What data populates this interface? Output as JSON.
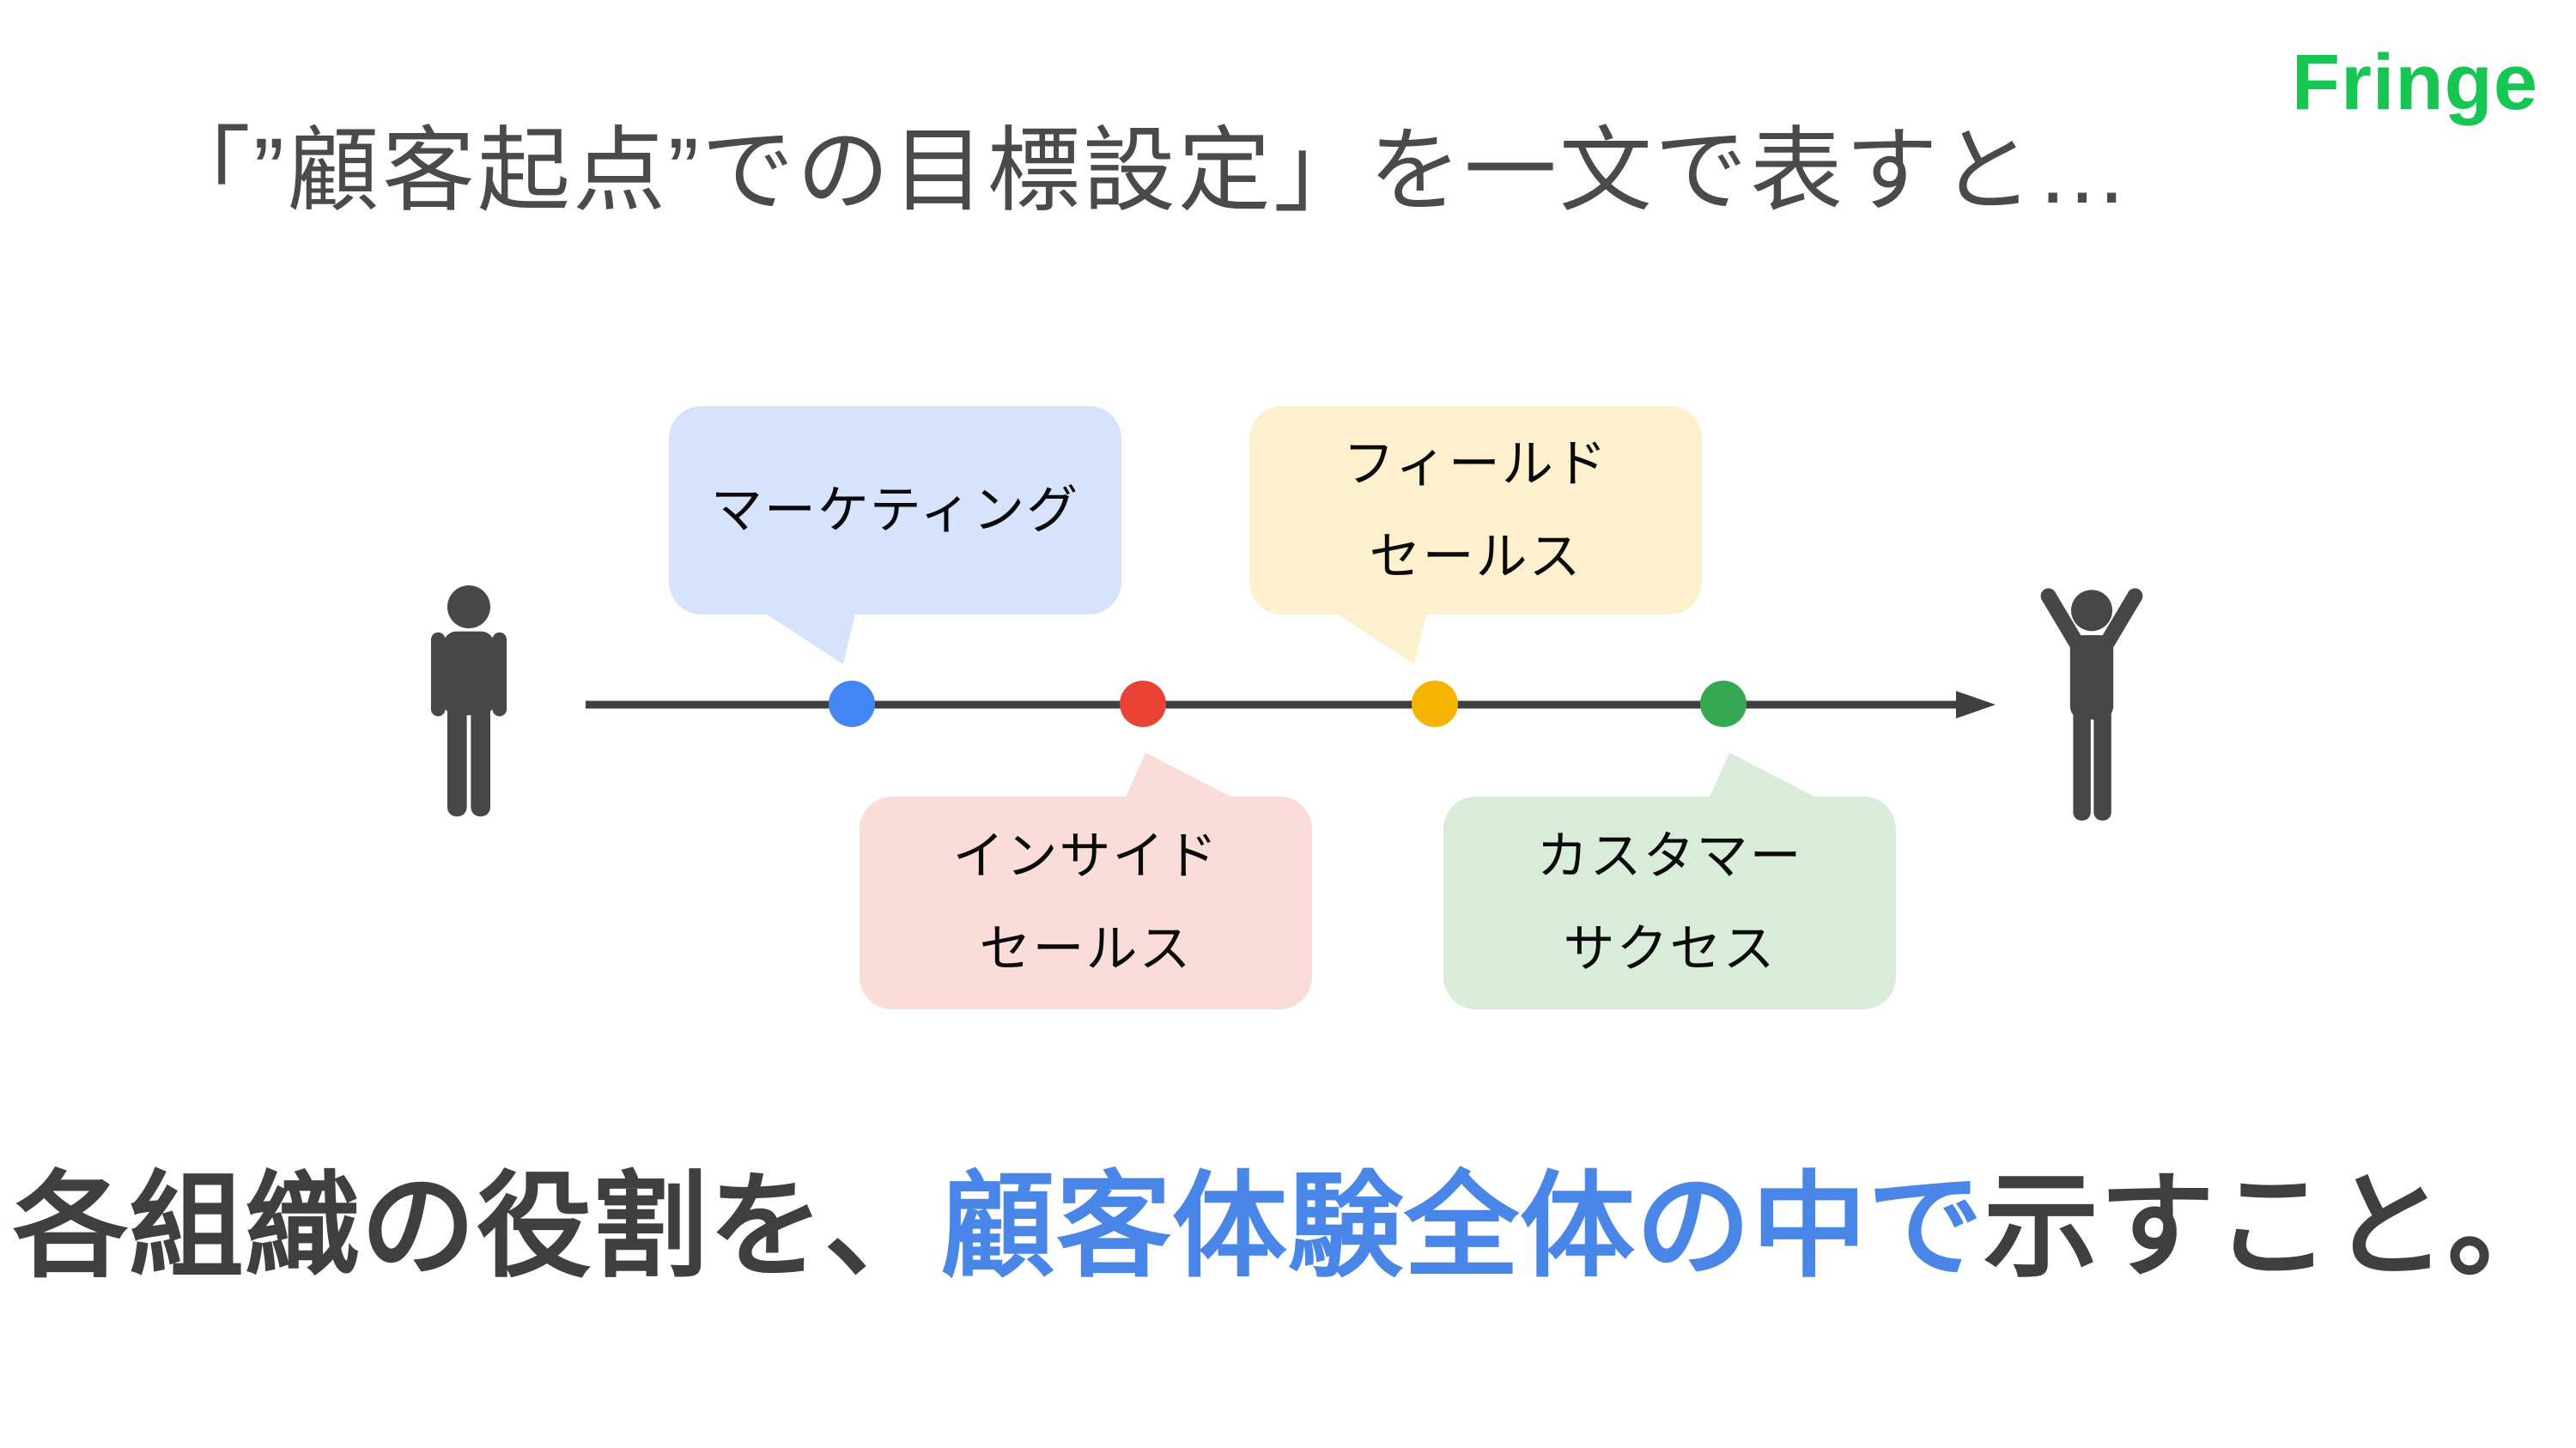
{
  "logo": {
    "text": "Fringe",
    "color": "#15c653"
  },
  "title": {
    "text": "「”顧客起点”での目標設定」を一文で表すと…",
    "color": "#4a4a4a"
  },
  "diagram": {
    "description": "customer journey timeline from first contact to success",
    "arrow_color": "#3f3f3f",
    "person_color": "#474747",
    "stages": [
      {
        "id": "marketing",
        "label_line1": "マーケティング",
        "label_line2": "",
        "dot_color": "#4285f4",
        "bubble_color": "#d7e3fc",
        "bubble_position": "above"
      },
      {
        "id": "inside-sales",
        "label_line1": "インサイド",
        "label_line2": "セールス",
        "dot_color": "#e94335",
        "bubble_color": "#fadcd9",
        "bubble_position": "below"
      },
      {
        "id": "field-sales",
        "label_line1": "フィールド",
        "label_line2": "セールス",
        "dot_color": "#f4b400",
        "bubble_color": "#fcf0cd",
        "bubble_position": "above"
      },
      {
        "id": "customer-success",
        "label_line1": "カスタマー",
        "label_line2": "サクセス",
        "dot_color": "#34a853",
        "bubble_color": "#d9ecda",
        "bubble_position": "below"
      }
    ]
  },
  "conclusion": {
    "prefix": "各組織の役割を、",
    "highlight": "顧客体験全体の中で",
    "suffix": "示すこと。",
    "text_color": "#3f3f3f",
    "highlight_color": "#4a86e8"
  }
}
